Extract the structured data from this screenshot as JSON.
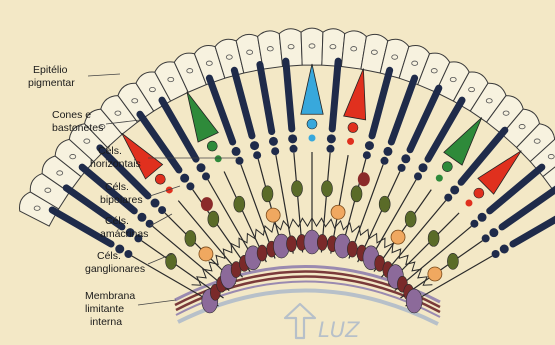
{
  "colors": {
    "background": "#f3e8c6",
    "cone_red": "#e0301e",
    "cone_green": "#2e8a3a",
    "cone_blue": "#38a8dc",
    "rod": "#1f2b4a",
    "horizontal": "#8b2a2a",
    "bipolar": "#5a6b28",
    "amacrine": "#f0a860",
    "ganglion_purple": "#8c6a9a",
    "ganglion_dark": "#7a2a2a",
    "membrane": "#9a8ab0",
    "arrow": "#b7c0c9"
  },
  "labels": {
    "epitelio": [
      "Epitélio",
      "pigmentar"
    ],
    "cones": [
      "Cones e",
      "bastonetes"
    ],
    "horizontais": [
      "Céls.",
      "horizontais"
    ],
    "bipolares": [
      "Céls.",
      "bipolares"
    ],
    "amacrinas": [
      "Céls.",
      "amácrinas"
    ],
    "ganglionares": [
      "Céls.",
      "ganglionares"
    ],
    "membrana": [
      "Membrana",
      "limitante",
      "interna"
    ]
  },
  "light_label": "LUZ",
  "photoreceptors": [
    "rod",
    "rod",
    "rod",
    "rod",
    "red",
    "rod",
    "rod",
    "green",
    "rod",
    "rod",
    "rod",
    "rod",
    "blue",
    "rod",
    "red",
    "rod",
    "rod",
    "rod",
    "rod",
    "green",
    "rod",
    "red",
    "rod",
    "rod",
    "rod"
  ],
  "icons": {
    "light_arrow": "up-arrow-icon"
  }
}
